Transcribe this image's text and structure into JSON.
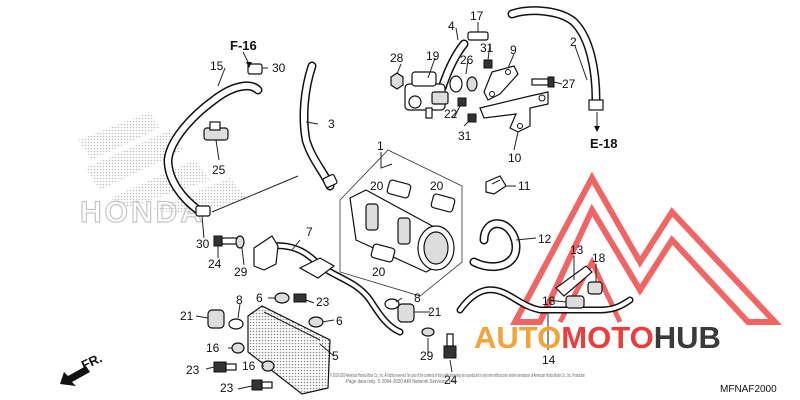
{
  "callouts": [
    {
      "id": "c1",
      "text": "1"
    },
    {
      "id": "c2",
      "text": "2"
    },
    {
      "id": "c3",
      "text": "3"
    },
    {
      "id": "c4",
      "text": "4"
    },
    {
      "id": "c5",
      "text": "5"
    },
    {
      "id": "c6a",
      "text": "6"
    },
    {
      "id": "c6b",
      "text": "6"
    },
    {
      "id": "c7",
      "text": "7"
    },
    {
      "id": "c8a",
      "text": "8"
    },
    {
      "id": "c8b",
      "text": "8"
    },
    {
      "id": "c9",
      "text": "9"
    },
    {
      "id": "c10",
      "text": "10"
    },
    {
      "id": "c11",
      "text": "11"
    },
    {
      "id": "c12",
      "text": "12"
    },
    {
      "id": "c13",
      "text": "13"
    },
    {
      "id": "c14",
      "text": "14"
    },
    {
      "id": "c15",
      "text": "15"
    },
    {
      "id": "c16a",
      "text": "16"
    },
    {
      "id": "c16b",
      "text": "16"
    },
    {
      "id": "c17",
      "text": "17"
    },
    {
      "id": "c18a",
      "text": "18"
    },
    {
      "id": "c18b",
      "text": "18"
    },
    {
      "id": "c19",
      "text": "19"
    },
    {
      "id": "c20a",
      "text": "20"
    },
    {
      "id": "c20b",
      "text": "20"
    },
    {
      "id": "c20c",
      "text": "20"
    },
    {
      "id": "c21a",
      "text": "21"
    },
    {
      "id": "c21b",
      "text": "21"
    },
    {
      "id": "c22",
      "text": "22"
    },
    {
      "id": "c23a",
      "text": "23"
    },
    {
      "id": "c23b",
      "text": "23"
    },
    {
      "id": "c23c",
      "text": "23"
    },
    {
      "id": "c24a",
      "text": "24"
    },
    {
      "id": "c24b",
      "text": "24"
    },
    {
      "id": "c25",
      "text": "25"
    },
    {
      "id": "c26",
      "text": "26"
    },
    {
      "id": "c27",
      "text": "27"
    },
    {
      "id": "c28",
      "text": "28"
    },
    {
      "id": "c29a",
      "text": "29"
    },
    {
      "id": "c29b",
      "text": "29"
    },
    {
      "id": "c30a",
      "text": "30"
    },
    {
      "id": "c30b",
      "text": "30"
    },
    {
      "id": "c31a",
      "text": "31"
    },
    {
      "id": "c31b",
      "text": "31"
    }
  ],
  "references": {
    "f16": "F-16",
    "e18": "E-18"
  },
  "direction_label": "FR.",
  "diagram_code": "MFNAF2000",
  "brand_watermark": "HONDA",
  "watermark": {
    "part1": "AUTO",
    "part2": "MOTO",
    "part3": "HUB",
    "color_orange": "#f2a33a",
    "color_red": "#ee3b3b",
    "color_gray": "#3a3a3a"
  },
  "copyright_line_1": "© 2019-2020 American Honda Motor Co., Inc. All rights reserved. No part of the contents of this publication may be reproduced in any form without prior written permission of American Honda Motor Co., Inc. Production",
  "copyright_line_2": "Page data only. © 2004-2020 ARI Network Services, Inc."
}
